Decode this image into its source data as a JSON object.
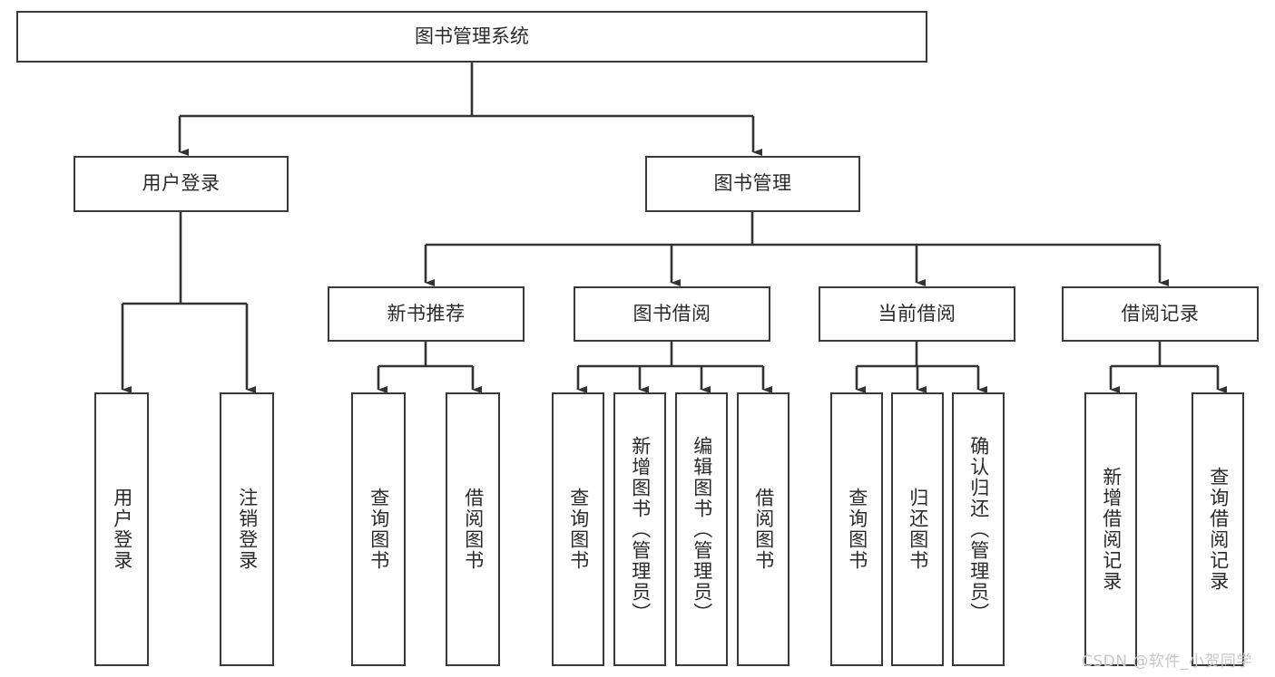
{
  "diagram": {
    "title": "图书管理系统",
    "type": "functional-structure-tree",
    "watermark": "CSDN @软件_小贺同学",
    "colors": {
      "border": "#3a3a3a",
      "background": "#ffffff",
      "text": "#2a2a2a",
      "edge": "#333333",
      "watermark": "#c7c7c7"
    },
    "levels": {
      "root": {
        "label": "图书管理系统"
      },
      "level2": [
        {
          "label": "用户登录"
        },
        {
          "label": "图书管理"
        }
      ],
      "level3": [
        {
          "label": "新书推荐"
        },
        {
          "label": "图书借阅"
        },
        {
          "label": "当前借阅"
        },
        {
          "label": "借阅记录"
        }
      ],
      "leaves": {
        "user_login": [
          {
            "label": "用户登录"
          },
          {
            "label": "注销登录"
          }
        ],
        "new_book_recommend": [
          {
            "label": "查询图书"
          },
          {
            "label": "借阅图书"
          }
        ],
        "book_borrow": [
          {
            "label": "查询图书"
          },
          {
            "label": "新增图书（管理员）"
          },
          {
            "label": "编辑图书（管理员）"
          },
          {
            "label": "借阅图书"
          }
        ],
        "current_borrow": [
          {
            "label": "查询图书"
          },
          {
            "label": "归还图书"
          },
          {
            "label": "确认归还（管理员）"
          }
        ],
        "borrow_record": [
          {
            "label": "新增借阅记录"
          },
          {
            "label": "查询借阅记录"
          }
        ]
      }
    }
  }
}
